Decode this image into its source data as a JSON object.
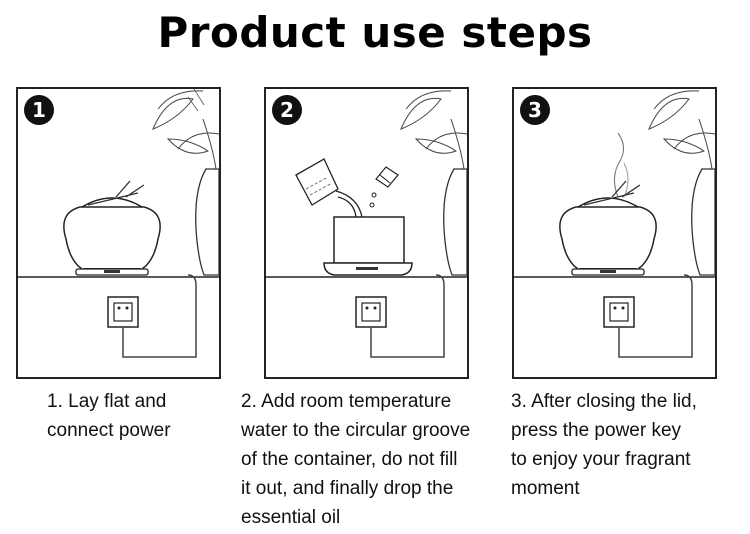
{
  "title": "Product use steps",
  "steps": [
    {
      "number": "1",
      "caption": "1. Lay flat and\nconnect power"
    },
    {
      "number": "2",
      "caption": "2. Add room temperature\nwater to the circular groove\nof the container, do not fill\nit out, and finally drop the\nessential oil"
    },
    {
      "number": "3",
      "caption": "3. After closing the lid,\npress the power key\nto enjoy your fragrant\nmoment"
    }
  ]
}
